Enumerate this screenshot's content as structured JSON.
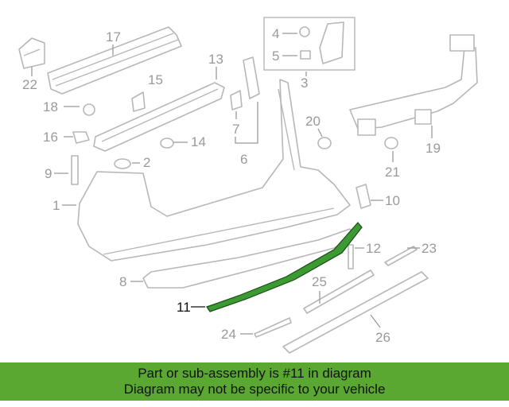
{
  "callouts": {
    "c1": "1",
    "c2": "2",
    "c3": "3",
    "c4": "4",
    "c5": "5",
    "c6": "6",
    "c7": "7",
    "c8": "8",
    "c9": "9",
    "c10": "10",
    "c11": "11",
    "c12": "12",
    "c13": "13",
    "c14": "14",
    "c15": "15",
    "c16": "16",
    "c17": "17",
    "c18": "18",
    "c19": "19",
    "c20": "20",
    "c21": "21",
    "c22": "22",
    "c23": "23",
    "c24": "24",
    "c25": "25",
    "c26": "26"
  },
  "highlight": {
    "part": "11",
    "color": "#3c9a32"
  },
  "banner": {
    "line1": "Part or sub-assembly is #11 in diagram",
    "line2": "Diagram may not be specific to your vehicle",
    "color": "#5aa832"
  }
}
